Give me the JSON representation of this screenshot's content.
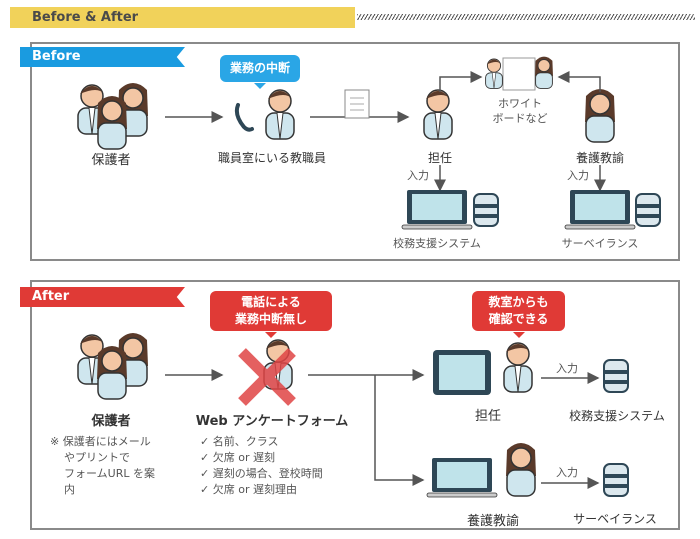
{
  "header": {
    "title": "Before & After"
  },
  "before": {
    "tag": "Before",
    "bubble": "業務の中断",
    "guardian": "保護者",
    "staff": "職員室にいる教職員",
    "homeroom": "担任",
    "whiteboard": [
      "ホワイト",
      "ボードなど"
    ],
    "nurse": "養護教諭",
    "input_label": "入力",
    "system1": "校務支援システム",
    "system2": "サーベイランス"
  },
  "after": {
    "tag": "After",
    "bubble1": [
      "電話による",
      "業務中断無し"
    ],
    "bubble2": [
      "教室からも",
      "確認できる"
    ],
    "guardian": "保護者",
    "note": [
      "※ 保護者にはメール",
      "やプリントで",
      "フォームURL を案",
      "内"
    ],
    "form": "Web アンケートフォーム",
    "checklist": [
      "✓ 名前、クラス",
      "✓ 欠席 or 遅刻",
      "✓ 遅刻の場合、登校時間",
      "✓ 欠席 or 遅刻理由"
    ],
    "homeroom": "担任",
    "nurse": "養護教諭",
    "input_label": "入力",
    "system1": "校務支援システム",
    "system2": "サーベイランス"
  },
  "colors": {
    "before": "#1a9be0",
    "after": "#e03a36",
    "header": "#f1d25a"
  }
}
